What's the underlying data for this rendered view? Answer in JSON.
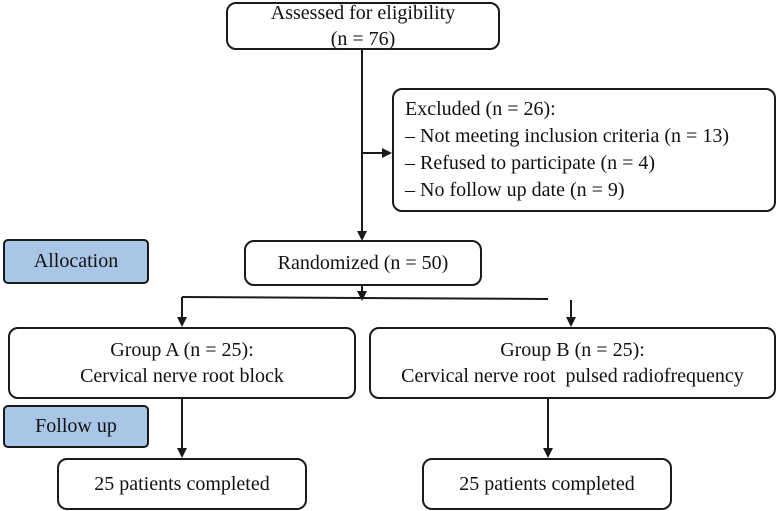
{
  "assessed": {
    "title": "Assessed for eligibility",
    "count": "(n = 76)"
  },
  "excluded": {
    "title": "Excluded (n = 26):",
    "items": [
      "– Not meeting inclusion criteria (n = 13)",
      "– Refused to participate (n = 4)",
      "– No follow up date (n = 9)"
    ]
  },
  "randomized": {
    "label": "Randomized (n = 50)"
  },
  "group_a": {
    "title": "Group A (n = 25):",
    "treatment": "Cervical nerve root block"
  },
  "group_b": {
    "title": "Group B (n = 25):",
    "treatment": "Cervical nerve root  pulsed radiofrequency"
  },
  "completed_a": {
    "label": "25 patients completed"
  },
  "completed_b": {
    "label": "25 patients completed"
  },
  "stages": {
    "allocation": "Allocation",
    "follow_up": "Follow up"
  },
  "colors": {
    "stage_fill": "#a9c6e6",
    "line": "#1a1a1a"
  }
}
